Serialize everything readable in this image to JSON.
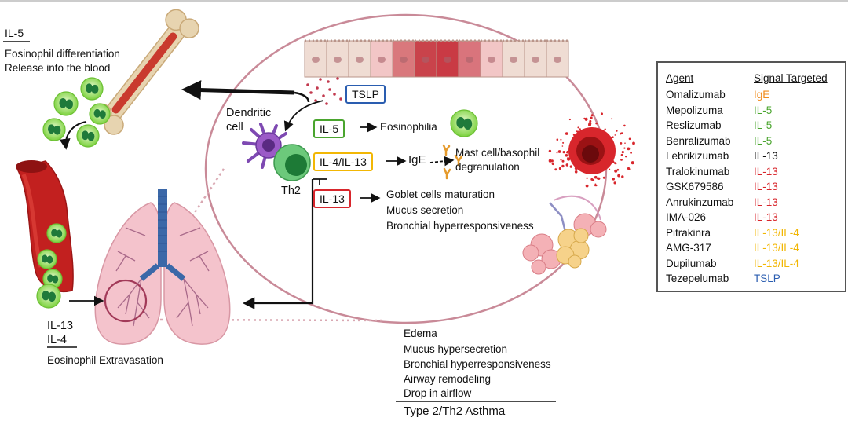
{
  "il5_panel": {
    "title": "IL-5",
    "line1": "Eosinophil differentiation",
    "line2": "Release into the blood"
  },
  "cell_labels": {
    "dendritic_line1": "Dendritic",
    "dendritic_line2": "cell",
    "th2": "Th2"
  },
  "boxes": {
    "tslp": "TSLP",
    "il5": "IL-5",
    "il4_il13": "IL-4/IL-13",
    "il13": "IL-13"
  },
  "effects": {
    "eosinophilia": "Eosinophilia",
    "ige": "IgE",
    "mast_line1": "Mast cell/basophil",
    "mast_line2": "degranulation",
    "goblet": "Goblet cells maturation",
    "mucus": "Mucus secretion",
    "bronchial": "Bronchial hyperresponsiveness"
  },
  "extravasation": {
    "il13": "IL-13",
    "il4": "IL-4",
    "caption": "Eosinophil Extravasation"
  },
  "asthma": {
    "items": [
      "Edema",
      "Mucus hypersecretion",
      "Bronchial  hyperresponsiveness",
      "Airway remodeling",
      "Drop in airflow"
    ],
    "title": "Type 2/Th2 Asthma"
  },
  "legend": {
    "header_agent": "Agent",
    "header_signal": "Signal Targeted",
    "rows": [
      {
        "agent": "Omalizumab",
        "signal": "IgE",
        "color": "#f08c1e"
      },
      {
        "agent": "Mepolizuma",
        "signal": "IL-5",
        "color": "#4aa52e"
      },
      {
        "agent": "Reslizumab",
        "signal": "IL-5",
        "color": "#4aa52e"
      },
      {
        "agent": "Benralizumab",
        "signal": "IL-5",
        "color": "#4aa52e"
      },
      {
        "agent": "Lebrikizumab",
        "signal": "IL-13",
        "color": "#111111"
      },
      {
        "agent": "Tralokinumab",
        "signal": "IL-13",
        "color": "#d8262c"
      },
      {
        "agent": "GSK679586",
        "signal": "IL-13",
        "color": "#d8262c"
      },
      {
        "agent": "Anrukinzumab",
        "signal": "IL-13",
        "color": "#d8262c"
      },
      {
        "agent": "IMA-026",
        "signal": "IL-13",
        "color": "#d8262c"
      },
      {
        "agent": "Pitrakinra",
        "signal": "IL-13/IL-4",
        "color": "#f2b705"
      },
      {
        "agent": "AMG-317",
        "signal": "IL-13/IL-4",
        "color": "#f2b705"
      },
      {
        "agent": "Dupilumab",
        "signal": "IL-13/IL-4",
        "color": "#f2b705"
      },
      {
        "agent": "Tezepelumab",
        "signal": "TSLP",
        "color": "#2a5db0"
      }
    ]
  },
  "colors": {
    "ellipse": "#c98a98",
    "il5_green": "#4aa52e",
    "il4_yellow": "#f2b705",
    "il13_red": "#d8262c",
    "tslp_blue": "#2a5db0",
    "eosinophil": "#86d64a",
    "lung": "#f4c3cc",
    "trachea": "#3b68a8"
  },
  "icons": [
    "bone-icon",
    "eosinophil-icon",
    "blood-vessel-icon",
    "lungs-icon",
    "epithelium-icon",
    "dendritic-cell-icon",
    "th2-cell-icon",
    "mast-cell-icon",
    "alveoli-icon",
    "antibody-icon"
  ]
}
